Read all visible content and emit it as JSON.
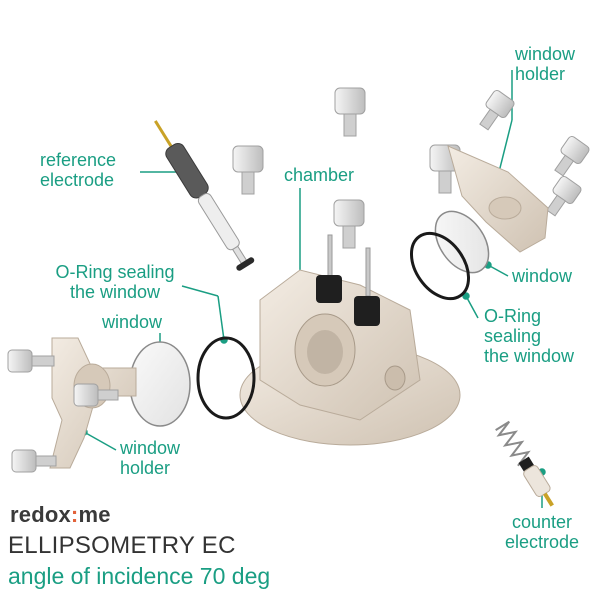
{
  "labels": {
    "window_holder_top": [
      "window",
      "holder"
    ],
    "reference_electrode": [
      "reference",
      "electrode"
    ],
    "chamber": "chamber",
    "oring_left": [
      "O-Ring sealing",
      "the window"
    ],
    "window_left": "window",
    "window_right": "window",
    "oring_right": [
      "O-Ring",
      "sealing",
      "the window"
    ],
    "window_holder_bottom": [
      "window",
      "holder"
    ],
    "counter_electrode": [
      "counter",
      "electrode"
    ]
  },
  "brand": {
    "name_left": "redox",
    "name_dot": ":",
    "name_right": "me"
  },
  "product": "ELLIPSOMETRY EC",
  "subtitle": "angle of incidence 70 deg",
  "colors": {
    "label_teal": "#1a9e83",
    "part_beige": "#e7ddd1",
    "brand_dot": "#e2623a"
  }
}
